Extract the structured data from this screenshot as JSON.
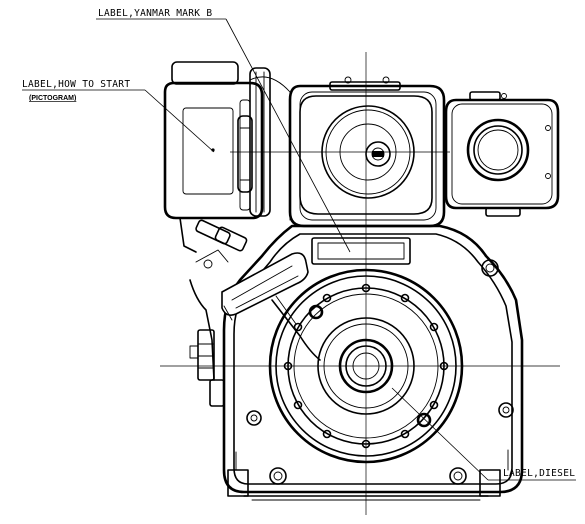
{
  "labels": {
    "yanmar_mark": "LABEL,YANMAR MARK B",
    "how_to_start": "LABEL,HOW TO START",
    "pictogram": "(PICTOGRAM)",
    "diesel": "LABEL,DIESEL"
  }
}
